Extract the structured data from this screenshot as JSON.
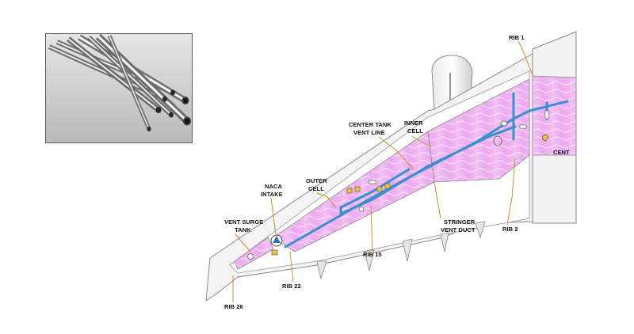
{
  "photo": {
    "subject": "stainless steel tubes"
  },
  "labels": {
    "rib1": "RIB 1",
    "center_tank_vent_line_1": "CENTER TANK",
    "center_tank_vent_line_2": "VENT LINE",
    "inner_cell_1": "INNER",
    "inner_cell_2": "CELL",
    "outer_cell_1": "OUTER",
    "outer_cell_2": "CELL",
    "naca_intake_1": "NACA",
    "naca_intake_2": "INTAKE",
    "vent_surge_tank_1": "VENT SURGE",
    "vent_surge_tank_2": "TANK",
    "rib15": "RIB 15",
    "rib22": "RIB 22",
    "rib26": "RIB 26",
    "rib2": "RIB 2",
    "stringer_vent_duct_1": "STRINGER",
    "stringer_vent_duct_2": "VENT DUCT",
    "center_tank_cut": "CENT"
  },
  "colors": {
    "fuel_tank": "#f2b6f2",
    "vent_line": "#3b8fd0",
    "leader": "#c8922a",
    "outline": "#8a8a8a"
  }
}
